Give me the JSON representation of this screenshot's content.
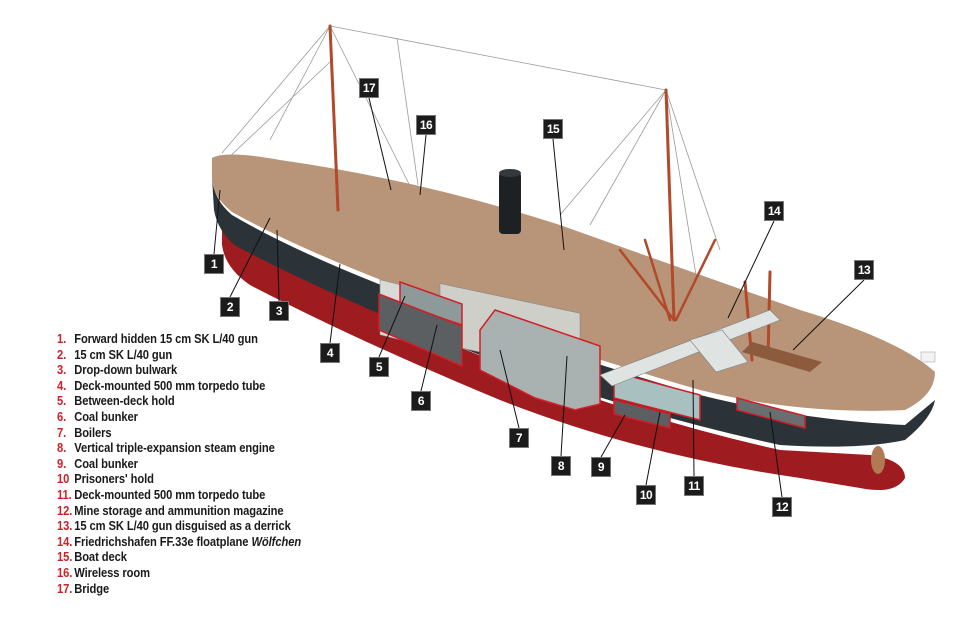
{
  "figure": {
    "subject": "Cutaway illustration of an auxiliary cruiser (disguised merchant raider)",
    "colors": {
      "hull_red": "#9e1b1f",
      "hull_dark": "#2c3338",
      "deck_wood": "#b89478",
      "mast_wood": "#b2492a",
      "funnel": "#1d2124",
      "legend_number": "#d11f26",
      "legend_text": "#1a1a1a",
      "callout_box": "#1b1b1b",
      "callout_text": "#ffffff"
    }
  },
  "legend": [
    {
      "num": "1.",
      "text": "Forward hidden 15 cm SK L/40 gun"
    },
    {
      "num": "2.",
      "text": "15 cm SK L/40 gun"
    },
    {
      "num": "3.",
      "text": "Drop-down bulwark"
    },
    {
      "num": "4.",
      "text": "Deck-mounted 500 mm torpedo tube"
    },
    {
      "num": "5.",
      "text": "Between-deck hold"
    },
    {
      "num": "6.",
      "text": "Coal bunker"
    },
    {
      "num": "7.",
      "text": "Boilers"
    },
    {
      "num": "8.",
      "text": "Vertical triple-expansion steam engine"
    },
    {
      "num": "9.",
      "text": "Coal bunker"
    },
    {
      "num": "10",
      "text": "Prisoners' hold"
    },
    {
      "num": "11.",
      "text": "Deck-mounted 500 mm torpedo tube"
    },
    {
      "num": "12.",
      "text": "Mine storage and ammunition magazine"
    },
    {
      "num": "13.",
      "text": "15 cm SK L/40 gun disguised as a derrick"
    },
    {
      "num": "14.",
      "text": "Friedrichshafen FF.33e floatplane ",
      "italic": "Wölfchen"
    },
    {
      "num": "15.",
      "text": "Boat deck"
    },
    {
      "num": "16.",
      "text": "Wireless room"
    },
    {
      "num": "17.",
      "text": "Bridge"
    }
  ],
  "callouts": [
    "1",
    "2",
    "3",
    "4",
    "5",
    "6",
    "7",
    "8",
    "9",
    "10",
    "11",
    "12",
    "13",
    "14",
    "15",
    "16",
    "17"
  ]
}
